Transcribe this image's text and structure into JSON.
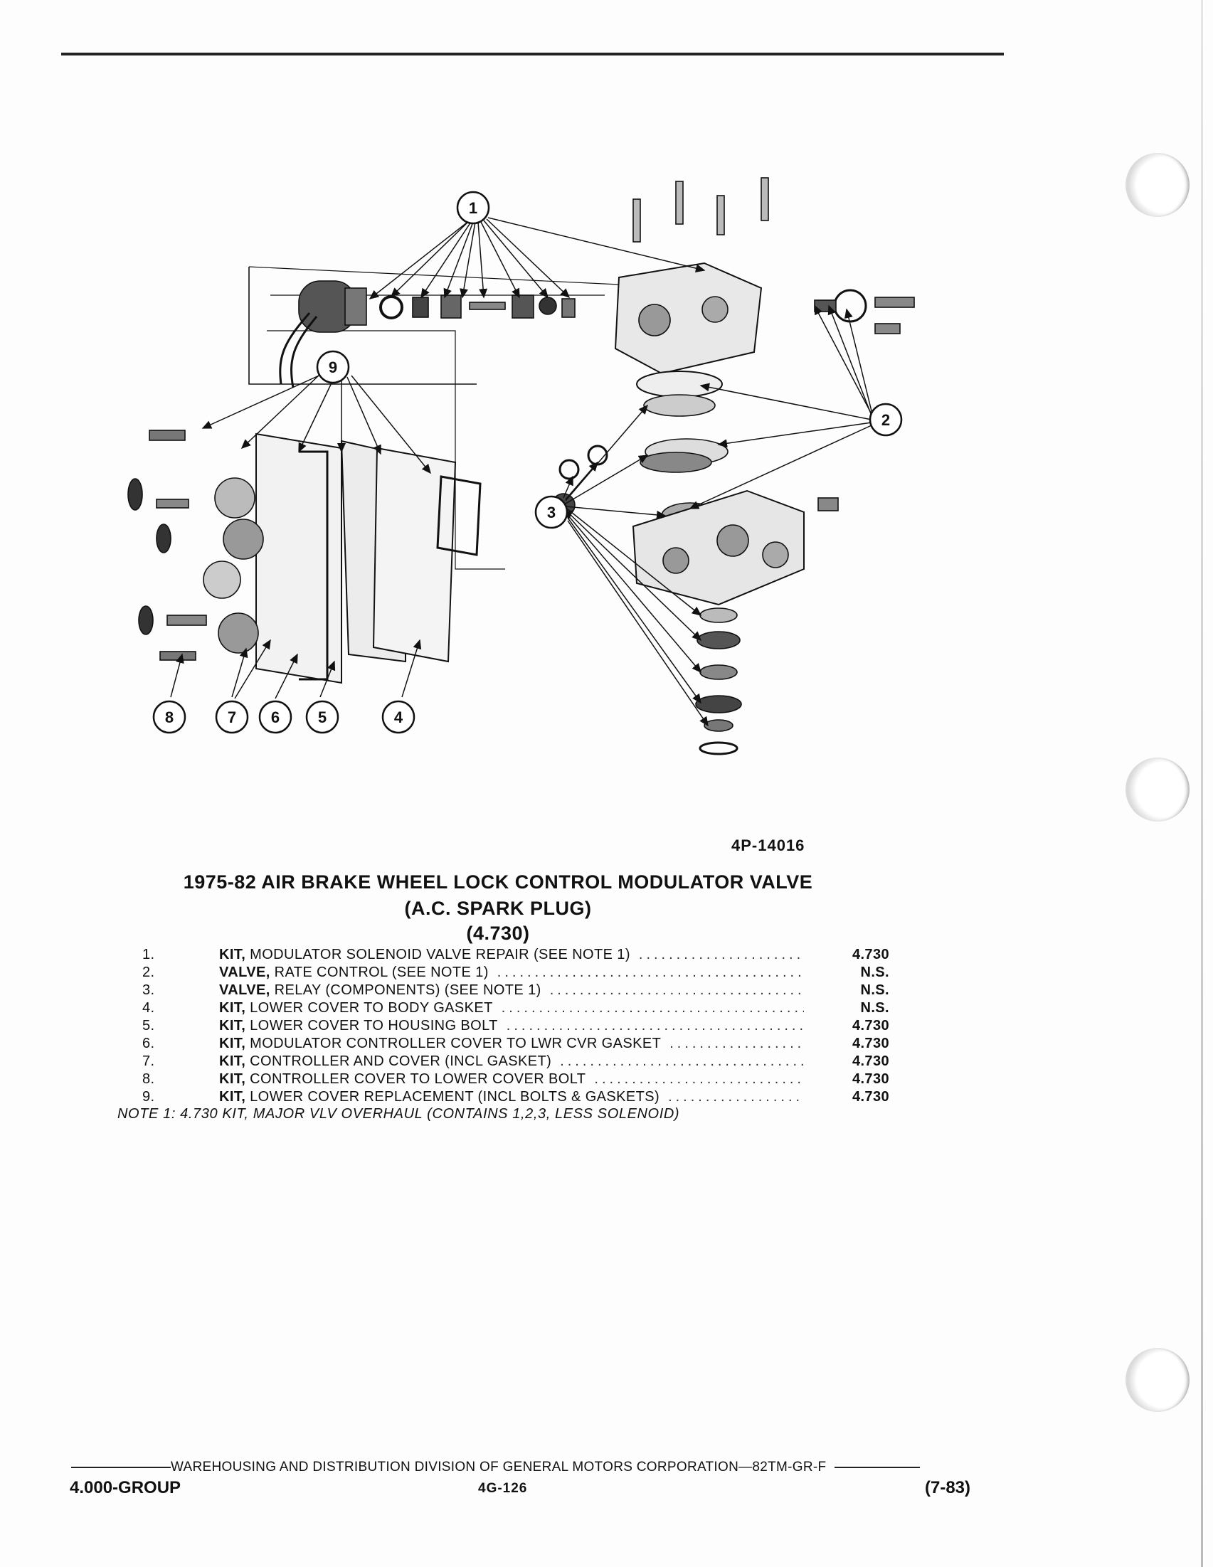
{
  "figure_number": "4P-14016",
  "title": {
    "line1": "1975-82 AIR BRAKE WHEEL LOCK CONTROL MODULATOR VALVE",
    "line2": "(A.C. SPARK PLUG)",
    "line3": "(4.730)"
  },
  "diagram": {
    "callouts": [
      "1",
      "2",
      "3",
      "4",
      "5",
      "6",
      "7",
      "8",
      "9"
    ]
  },
  "parts": [
    {
      "num": "1.",
      "kw": "KIT,",
      "desc": "MODULATOR SOLENOID VALVE REPAIR (SEE NOTE 1)",
      "ref": "4.730"
    },
    {
      "num": "2.",
      "kw": "VALVE,",
      "desc": "RATE CONTROL (SEE NOTE 1)",
      "ref": "N.S."
    },
    {
      "num": "3.",
      "kw": "VALVE,",
      "desc": "RELAY (COMPONENTS) (SEE NOTE 1)",
      "ref": "N.S."
    },
    {
      "num": "4.",
      "kw": "KIT,",
      "desc": "LOWER COVER TO BODY GASKET",
      "ref": "N.S."
    },
    {
      "num": "5.",
      "kw": "KIT,",
      "desc": "LOWER COVER TO HOUSING BOLT",
      "ref": "4.730"
    },
    {
      "num": "6.",
      "kw": "KIT,",
      "desc": "MODULATOR CONTROLLER COVER TO LWR CVR GASKET",
      "ref": "4.730"
    },
    {
      "num": "7.",
      "kw": "KIT,",
      "desc": "CONTROLLER AND COVER (INCL GASKET)",
      "ref": "4.730"
    },
    {
      "num": "8.",
      "kw": "KIT,",
      "desc": "CONTROLLER COVER TO LOWER COVER BOLT",
      "ref": "4.730"
    },
    {
      "num": "9.",
      "kw": "KIT,",
      "desc": "LOWER COVER REPLACEMENT (INCL BOLTS & GASKETS)",
      "ref": "4.730"
    }
  ],
  "note": "NOTE 1: 4.730 KIT, MAJOR VLV OVERHAUL (CONTAINS 1,2,3, LESS SOLENOID)",
  "footer": {
    "division": "WAREHOUSING AND DISTRIBUTION  DIVISION OF GENERAL MOTORS CORPORATION—82TM-GR-F",
    "group": "4.000-GROUP",
    "page": "4G-126",
    "date": "(7-83)"
  }
}
